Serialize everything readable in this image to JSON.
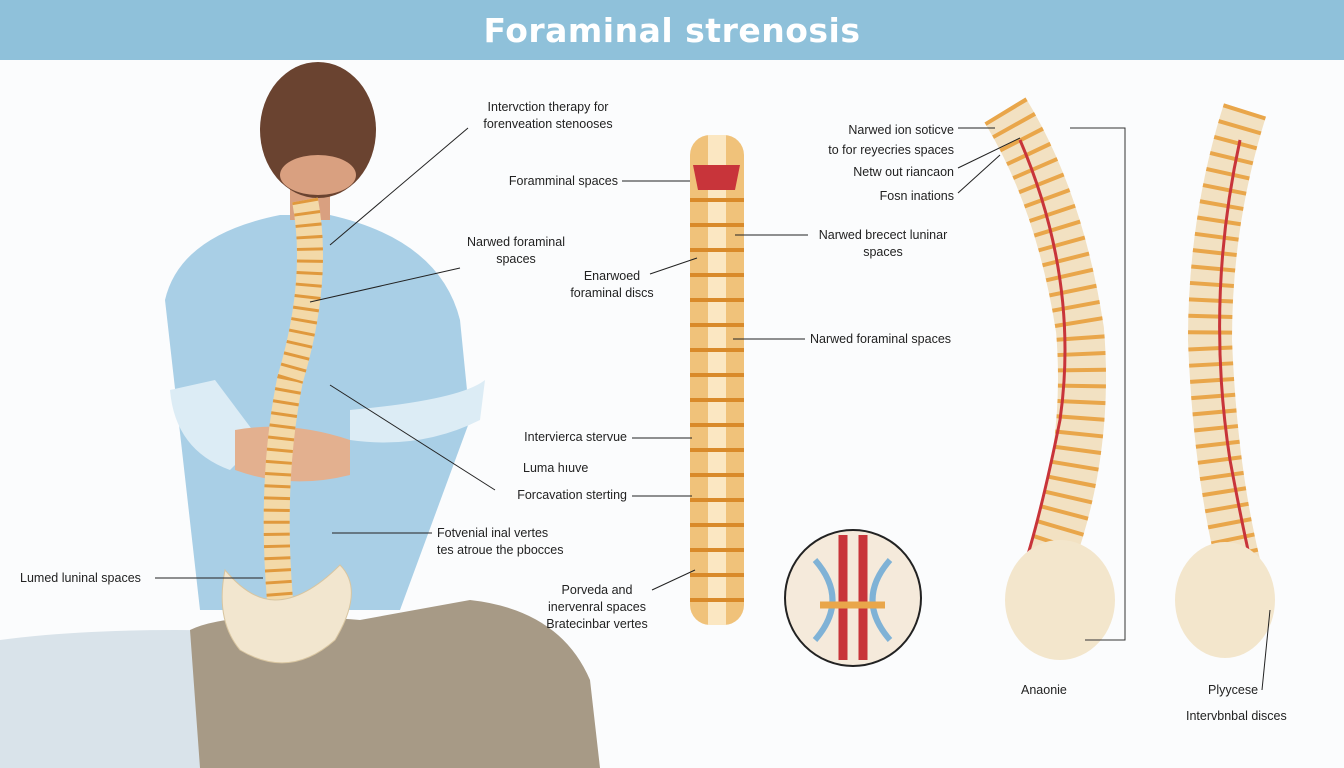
{
  "title": "Foraminal strenosis",
  "labels": {
    "therapy": [
      "Intervction therapy for",
      "forenveation stenooses"
    ],
    "foramminal": "Foramminal spaces",
    "narwed_left": [
      "Narwed foraminal",
      "spaces"
    ],
    "enarwoed": [
      "Enarwoed",
      "foraminal discs"
    ],
    "brecect": [
      "Narwed brecect luninar",
      "spaces"
    ],
    "narwed_mid": "Narwed foraminal spaces",
    "intervierca": "Intervierca stervue",
    "luma": "Luma hıuve",
    "forcavation": "Forcavation sterting",
    "fotvenial": [
      "Fotvenial inal vertes",
      "tes atroue the pbocces"
    ],
    "lumed": "Lumed luninal spaces",
    "porveda": [
      "Porveda and",
      "inervenral spaces",
      "Bratecinbar vertes"
    ],
    "right_top": [
      "Narwed ion soticve",
      "to for reyecries spaces",
      "Netw out riancaon",
      "Fosn inations"
    ],
    "anaonie": "Anaonie",
    "plyycese": "Plyycese",
    "intervbnbal": "Intervbnbal disces"
  },
  "colors": {
    "title_bar": "#8fc1da",
    "shirt": "#a9cfe6",
    "bone": "#f3d9a8",
    "vertebra": "#e9a64a",
    "nerve": "#c8343a"
  }
}
